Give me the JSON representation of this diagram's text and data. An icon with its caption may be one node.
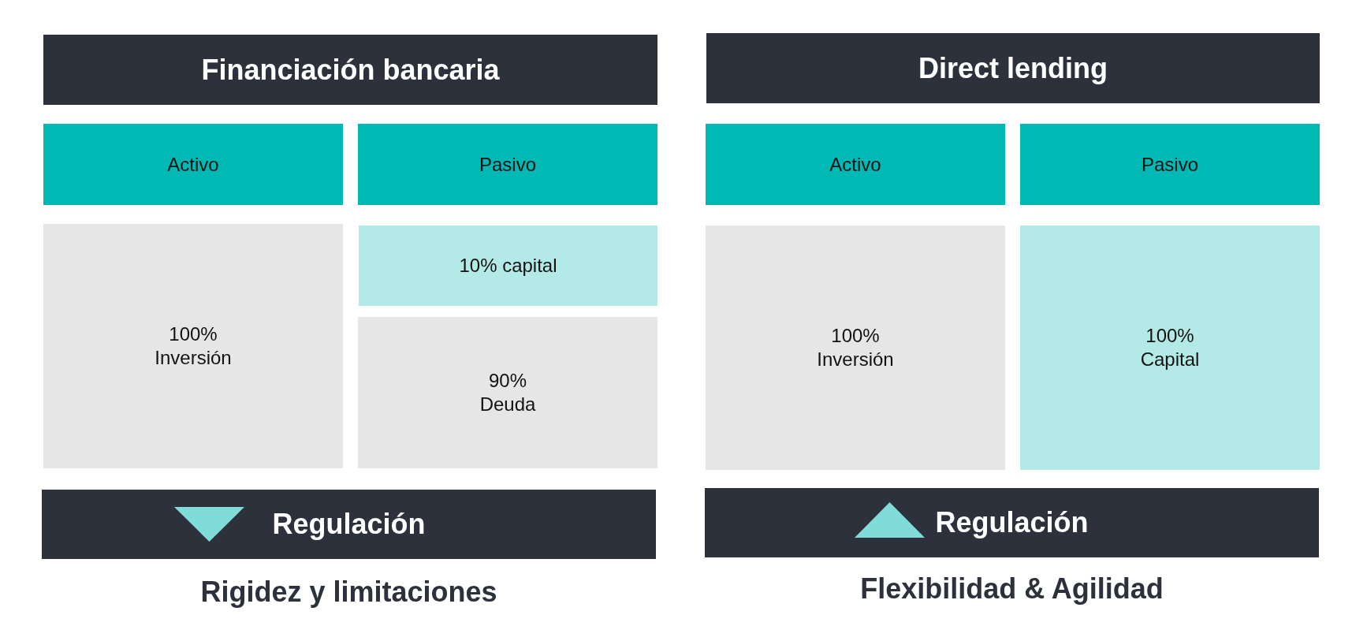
{
  "diagram": {
    "nodes": [
      {
        "text": [
          "Financiación bancaria"
        ]
      },
      {
        "text": [
          "Activo"
        ]
      },
      {
        "text": [
          "Pasivo"
        ]
      },
      {
        "text": [
          "100% Inversión"
        ]
      },
      {
        "text": [
          "10% capital"
        ]
      },
      {
        "text": [
          "90% Deuda"
        ]
      },
      {
        "text": [
          "Regulación"
        ],
        "beside": [
          "Rigidez y limitaciones"
        ]
      },
      {
        "text": [
          "Direct lending"
        ]
      },
      {
        "text": [
          "Activo"
        ]
      },
      {
        "text": [
          "Pasivo"
        ]
      },
      {
        "text": [
          "100% Inversión"
        ]
      },
      {
        "text": [
          "100% Capital"
        ]
      },
      {
        "text": [
          "Regulación"
        ],
        "beside": [
          "Flexibilidad & Agilidad"
        ]
      }
    ]
  }
}
